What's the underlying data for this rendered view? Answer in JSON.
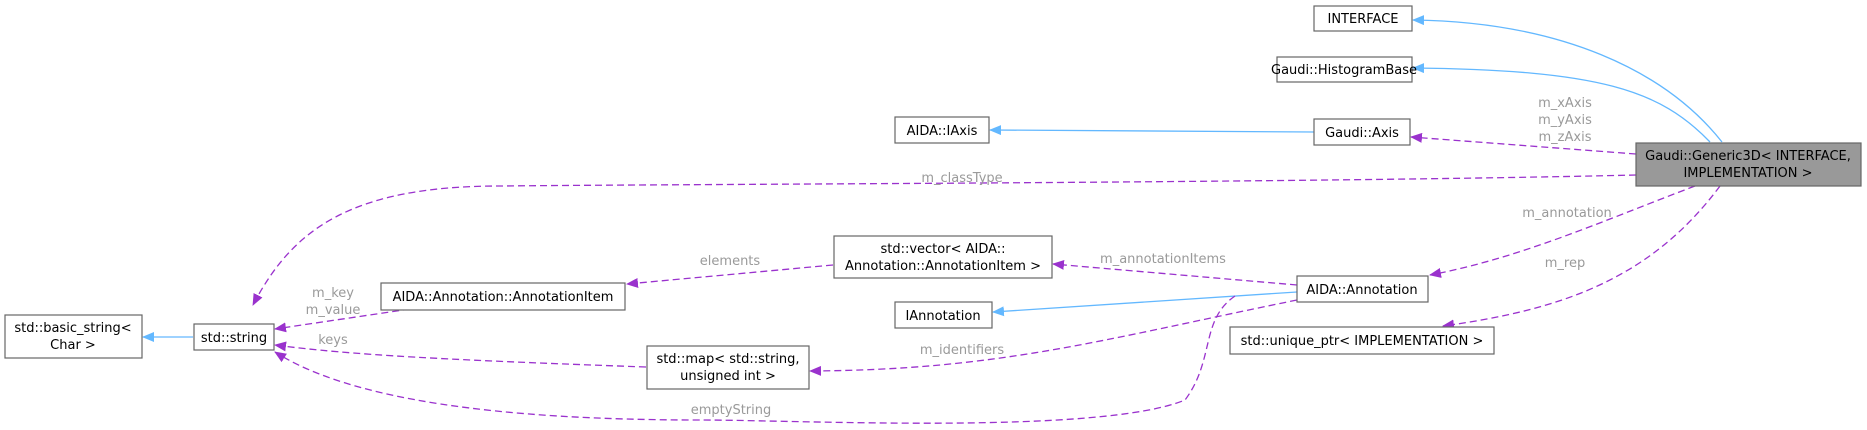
{
  "colors": {
    "inheritance": "#63b8ff",
    "usage": "#9a32cd",
    "edge_label": "#9a9a9a",
    "highlight_fill": "#999999",
    "box_border": "#666666"
  },
  "nodes": {
    "interface": {
      "lines": [
        "INTERFACE"
      ]
    },
    "histogram_base": {
      "lines": [
        "Gaudi::HistogramBase"
      ]
    },
    "iaxis": {
      "lines": [
        "AIDA::IAxis"
      ]
    },
    "axis": {
      "lines": [
        "Gaudi::Axis"
      ]
    },
    "generic3d": {
      "lines": [
        "Gaudi::Generic3D< INTERFACE,",
        "IMPLEMENTATION >"
      ]
    },
    "vector": {
      "lines": [
        "std::vector< AIDA::",
        "Annotation::AnnotationItem >"
      ]
    },
    "annotation_item": {
      "lines": [
        "AIDA::Annotation::AnnotationItem"
      ]
    },
    "annotation": {
      "lines": [
        "AIDA::Annotation"
      ]
    },
    "iannotation": {
      "lines": [
        "IAnnotation"
      ]
    },
    "unique_ptr": {
      "lines": [
        "std::unique_ptr< IMPLEMENTATION >"
      ]
    },
    "basic_string": {
      "lines": [
        "std::basic_string<",
        "Char >"
      ]
    },
    "string": {
      "lines": [
        "std::string"
      ]
    },
    "map": {
      "lines": [
        "std::map< std::string,",
        "unsigned int >"
      ]
    }
  },
  "edge_labels": {
    "axes": [
      "m_xAxis",
      "m_yAxis",
      "m_zAxis"
    ],
    "class_type": "m_classType",
    "annotation": "m_annotation",
    "rep": "m_rep",
    "annotation_items": "m_annotationItems",
    "elements": "elements",
    "key_value": [
      "m_key",
      "m_value"
    ],
    "identifiers": "m_identifiers",
    "keys": "keys",
    "empty_string": "emptyString"
  }
}
